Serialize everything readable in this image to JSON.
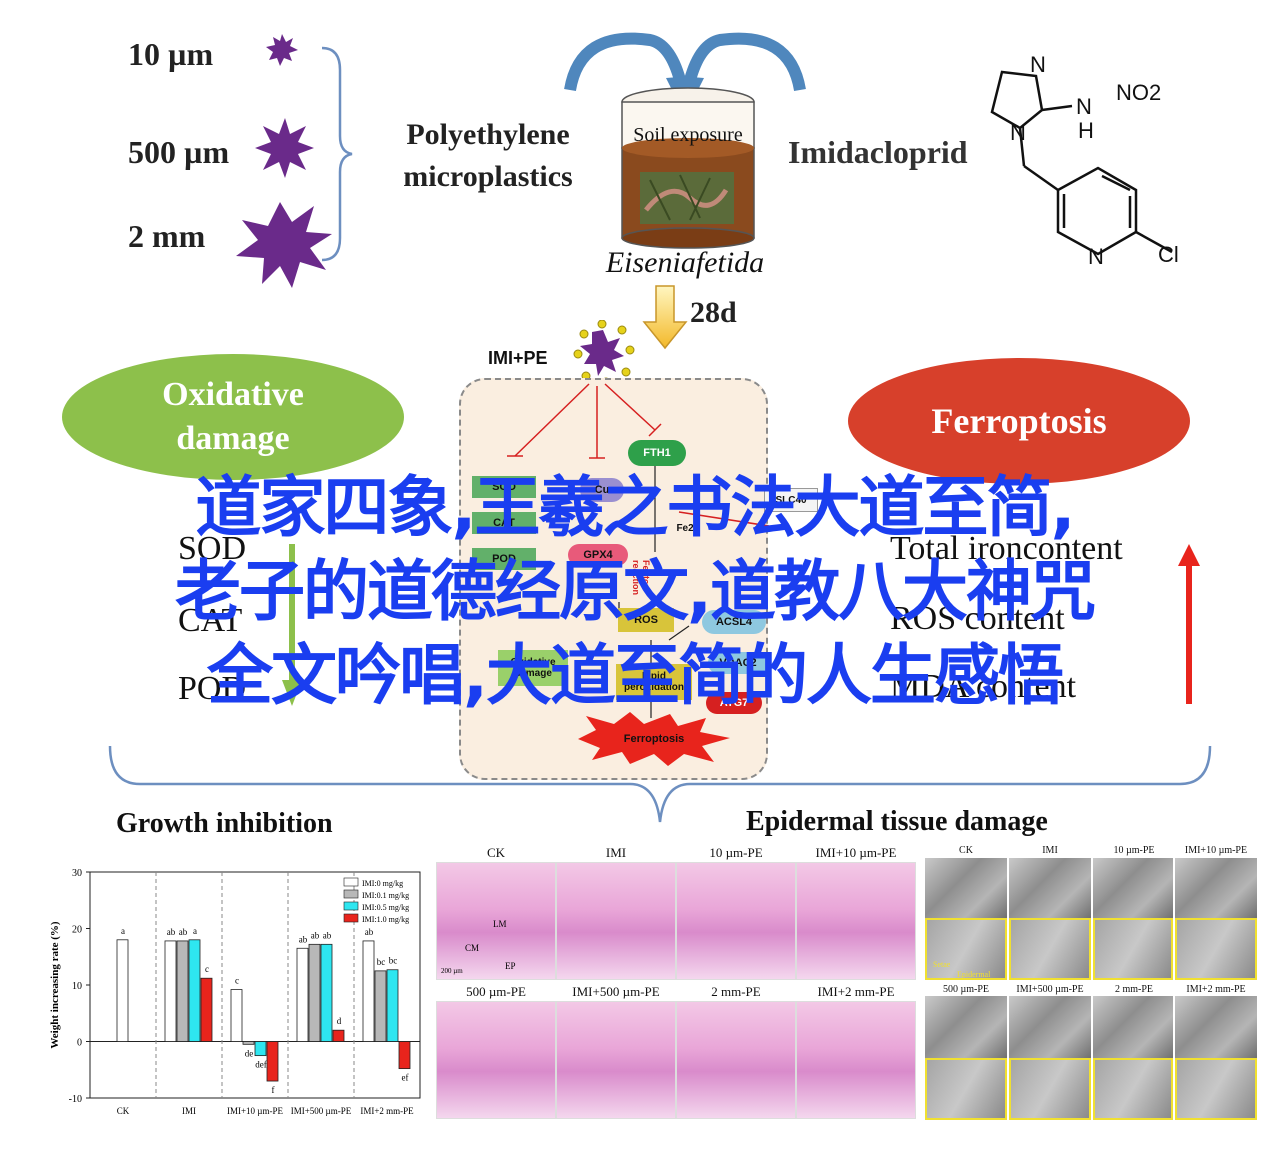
{
  "top": {
    "sizes": [
      "10 µm",
      "500 µm",
      "2 mm"
    ],
    "polyethylene": "Polyethylene microplastics",
    "soil": "Soil exposure",
    "species": "Eiseniafetida",
    "duration": "28d",
    "pesticide": "Imidacloprid",
    "molecule": {
      "n1": "N",
      "n2": "N",
      "n3": "N",
      "h": "H",
      "no2": "NO2",
      "n4": "N",
      "cl": "Cl"
    },
    "imi_pe": "IMI+PE"
  },
  "oxidative": {
    "title": "Oxidative damage",
    "markers": [
      "SOD",
      "CAT",
      "POD"
    ],
    "color": "#8dc04b"
  },
  "ferroptosis": {
    "title": "Ferroptosis",
    "markers": [
      "Total ironcontent",
      "ROS content",
      "MDA content"
    ],
    "color": "#d7402b"
  },
  "cell": {
    "nodes": {
      "fth1": "FTH1",
      "gpx4": "GPX4",
      "ros": "ROS",
      "acsl4": "ACSL4",
      "oxidative": "Oxidative damage",
      "lipid": "Lipid peroxidation",
      "ferroptosis": "Ferroptosis",
      "slc": "SLC40",
      "cu": "Cu",
      "sod": "SOD",
      "cat": "CAT",
      "pod": "POD",
      "fe2": "Fe2+",
      "fenton": "Fenton reaction",
      "vdac": "VDAC2",
      "atg": "ATG7"
    }
  },
  "overlay": {
    "line1": "道家四象,王羲之书法大道至简,",
    "line2": "老子的道德经原文,道教八大神咒",
    "line3": "全文吟唱,大道至简的人生感悟"
  },
  "growth": {
    "title": "Growth inhibition",
    "ylabel": "Weight increasing rate (%)",
    "legend": [
      "IMI:0 mg/kg",
      "IMI:0.1 mg/kg",
      "IMI:0.5 mg/kg",
      "IMI:1.0 mg/kg"
    ],
    "series_colors": [
      "#ffffff",
      "#b8b8b8",
      "#2ee6f0",
      "#e8241c"
    ]
  },
  "chart_data": {
    "type": "bar",
    "categories": [
      "CK",
      "IMI",
      "IMI+10 µm-PE",
      "IMI+500 µm-PE",
      "IMI+2 mm-PE"
    ],
    "series": [
      {
        "name": "IMI:0 mg/kg",
        "values": [
          18,
          17.8,
          9.2,
          16.5,
          17.8
        ]
      },
      {
        "name": "IMI:0.1 mg/kg",
        "values": [
          null,
          17.8,
          -0.5,
          17.2,
          12.5
        ]
      },
      {
        "name": "IMI:0.5 mg/kg",
        "values": [
          null,
          18,
          -2.5,
          17.2,
          12.7
        ]
      },
      {
        "name": "IMI:1.0 mg/kg",
        "values": [
          null,
          11.2,
          -7,
          2,
          -4.8
        ]
      }
    ],
    "letters": [
      [
        "a",
        null,
        null,
        null
      ],
      [
        "ab",
        "ab",
        "a",
        "c"
      ],
      [
        "c",
        "de",
        "def",
        "f"
      ],
      [
        "ab",
        "ab",
        "ab",
        "d"
      ],
      [
        "ab",
        "bc",
        "bc",
        "ef"
      ]
    ],
    "title": "Growth inhibition",
    "ylabel": "Weight increasing rate (%)",
    "ylim": [
      -10,
      30
    ],
    "yticks": [
      -10,
      0,
      10,
      20,
      30
    ]
  },
  "epidermal": {
    "title": "Epidermal tissue damage",
    "histo_labels": [
      "CK",
      "IMI",
      "10 µm-PE",
      "IMI+10 µm-PE",
      "500 µm-PE",
      "IMI+500 µm-PE",
      "2 mm-PE",
      "IMI+2 mm-PE"
    ],
    "histo_marks": {
      "lm": "LM",
      "cm": "CM",
      "ep": "EP"
    },
    "scale": "200 µm",
    "sem_labels": [
      "CK",
      "IMI",
      "10 µm-PE",
      "IMI+10 µm-PE",
      "500 µm-PE",
      "IMI+500 µm-PE",
      "2 mm-PE",
      "IMI+2 mm-PE"
    ],
    "sem_marks": {
      "setae": "Setae",
      "epidermal": "Epidermal"
    }
  }
}
